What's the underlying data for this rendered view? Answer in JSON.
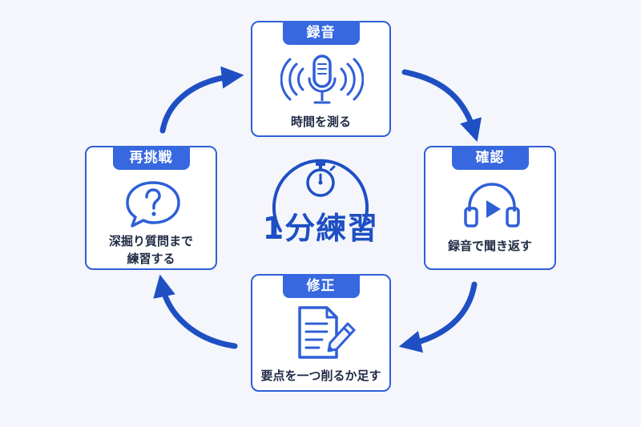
{
  "colors": {
    "primary": "#2f5fd7",
    "dark": "#1e4fc3",
    "background": "#f4f6fb",
    "text": "#1f2a44"
  },
  "center": {
    "title": "1分練習",
    "icon": "stopwatch-icon"
  },
  "steps": {
    "record": {
      "title": "録音",
      "caption": "時間を測る",
      "icon": "microphone-icon"
    },
    "check": {
      "title": "確認",
      "caption": "録音で聞き返す",
      "icon": "headphones-icon"
    },
    "revise": {
      "title": "修正",
      "caption": "要点を一つ削るか足す",
      "icon": "document-edit-icon"
    },
    "retry": {
      "title": "再挑戦",
      "caption_line1": "深掘り質問まで",
      "caption_line2": "練習する",
      "icon": "question-bubble-icon"
    }
  }
}
